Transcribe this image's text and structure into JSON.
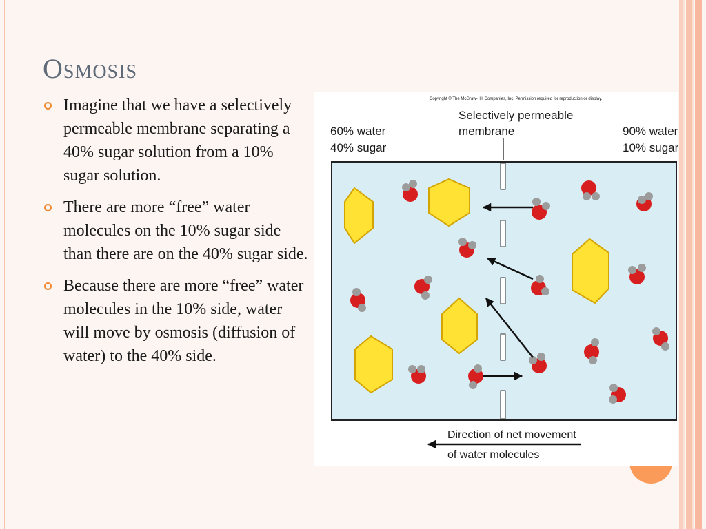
{
  "slide": {
    "title": "Osmosis",
    "bullets": [
      "Imagine that we have a selectively permeable membrane separating a 40% sugar solution from a 10% sugar solution.",
      "There are more “free” water molecules on the 10% sugar side than there are on the 40% sugar side.",
      "Because there are more “free” water molecules in the 10% side, water will move by osmosis (diffusion of water) to the 40% side."
    ]
  },
  "figure": {
    "copyright": "Copyright © The McGraw-Hill Companies, Inc. Permission required for reproduction or display.",
    "membrane_label_line1": "Selectively permeable",
    "membrane_label_line2": "membrane",
    "left_label_line1": "60% water",
    "left_label_line2": "40% sugar",
    "right_label_line1": "90% water",
    "right_label_line2": "10% sugar",
    "direction_label_line1": "Direction of net movement",
    "direction_label_line2": "of water molecules"
  },
  "theme": {
    "background": "#fdf5f2",
    "accent": "#f0892f",
    "title_color": "#5f6b79",
    "solution_fill": "#d9eef4",
    "sugar_fill": "#ffe233",
    "oxygen": "#d81f1f",
    "hydrogen": "#9c9c9c"
  }
}
